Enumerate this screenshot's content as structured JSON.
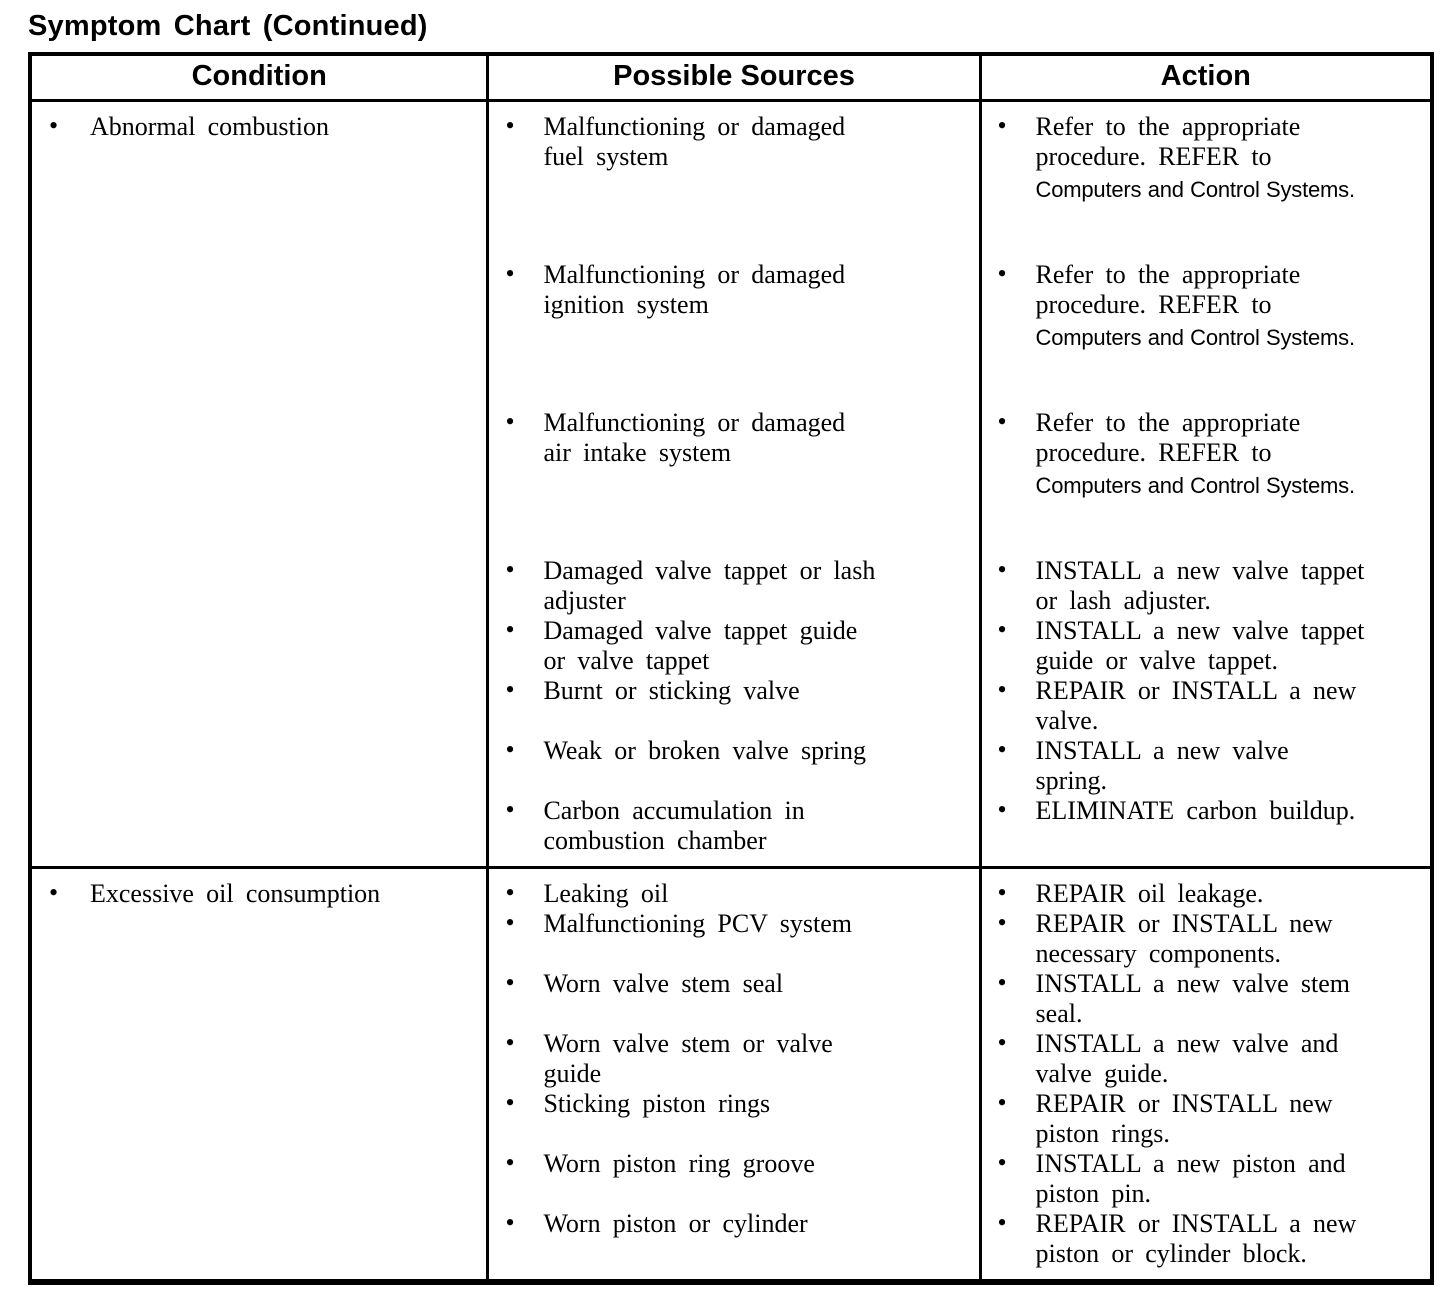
{
  "title": "Symptom Chart (Continued)",
  "glyphs": {
    "bullet": "•"
  },
  "colors": {
    "text": "#000000",
    "background": "#ffffff",
    "border": "#000000"
  },
  "table": {
    "headers": [
      "Condition",
      "Possible Sources",
      "Action"
    ],
    "rows": [
      {
        "condition": "Abnormal combustion",
        "pairs": [
          {
            "source": "Malfunctioning or damaged\nfuel system",
            "action": "Refer to the appropriate\nprocedure. REFER to",
            "action_note": "Computers and Control Systems."
          },
          {
            "source": "Malfunctioning or damaged\nignition system",
            "action": "Refer to the appropriate\nprocedure. REFER to",
            "action_note": "Computers and Control Systems."
          },
          {
            "source": "Malfunctioning or damaged\nair intake system",
            "action": "Refer to the appropriate\nprocedure. REFER to",
            "action_note": "Computers and Control Systems."
          },
          {
            "source": "Damaged valve tappet or lash\nadjuster",
            "action": "INSTALL a new valve tappet\nor lash adjuster."
          },
          {
            "source": "Damaged valve tappet guide\nor valve tappet",
            "action": "INSTALL a new valve tappet\nguide or valve tappet."
          },
          {
            "source": "Burnt or sticking valve",
            "action": "REPAIR or INSTALL a new\nvalve."
          },
          {
            "source": "Weak or broken valve spring",
            "action": "INSTALL a new valve\nspring."
          },
          {
            "source": "Carbon accumulation in\ncombustion chamber",
            "action": "ELIMINATE carbon buildup."
          }
        ]
      },
      {
        "condition": "Excessive oil consumption",
        "pairs": [
          {
            "source": "Leaking oil",
            "action": "REPAIR oil leakage."
          },
          {
            "source": "Malfunctioning PCV system",
            "action": "REPAIR or INSTALL new\nnecessary components."
          },
          {
            "source": "Worn valve stem seal",
            "action": "INSTALL a new valve stem\nseal."
          },
          {
            "source": "Worn valve stem or valve\nguide",
            "action": "INSTALL a new valve and\nvalve guide."
          },
          {
            "source": "Sticking piston rings",
            "action": "REPAIR or INSTALL new\npiston rings."
          },
          {
            "source": "Worn piston ring groove",
            "action": "INSTALL a new piston and\npiston pin."
          },
          {
            "source": "Worn piston or cylinder",
            "action": "REPAIR or INSTALL a new\npiston or cylinder block."
          }
        ]
      }
    ]
  }
}
